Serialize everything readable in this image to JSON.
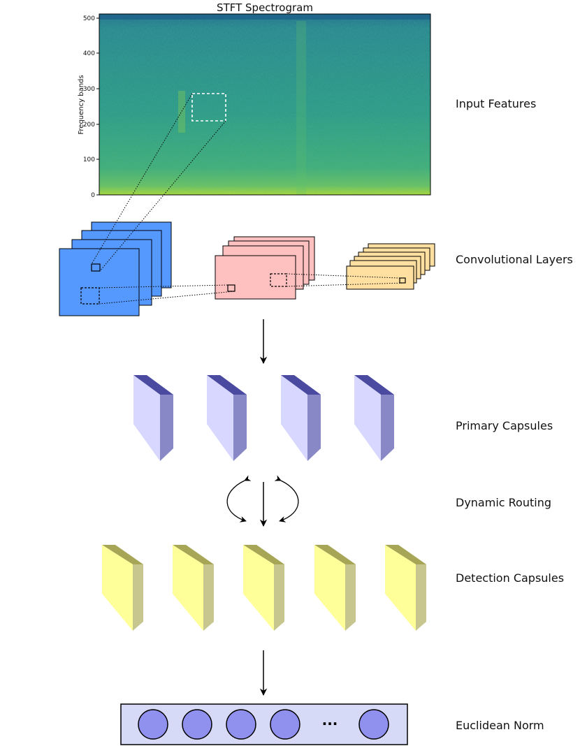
{
  "spectrogram": {
    "title": "STFT Spectrogram",
    "ylabel": "Frequency bands",
    "yticks": [
      "0",
      "100",
      "200",
      "300",
      "400",
      "500"
    ],
    "colors": {
      "low": "#1f6f8b",
      "mid": "#2a9d7f",
      "high": "#b5de2b"
    }
  },
  "stages": {
    "input": "Input Features",
    "conv": "Convolutional Layers",
    "primary": "Primary Capsules",
    "routing": "Dynamic Routing",
    "detection": "Detection Capsules",
    "norm": "Euclidean Norm"
  },
  "norm_ellipsis": "···",
  "colors": {
    "conv1": "#5599ff",
    "conv2": "#ffc0c0",
    "conv3": "#ffe0a0",
    "primary_front": "#d7d7ff",
    "primary_side": "#8888c6",
    "primary_top": "#4a4aa0",
    "detection_front": "#ffff99",
    "detection_side": "#c6c68e",
    "detection_top": "#a6a656",
    "norm_bg": "#d7daf7",
    "norm_node": "#9090ee"
  }
}
